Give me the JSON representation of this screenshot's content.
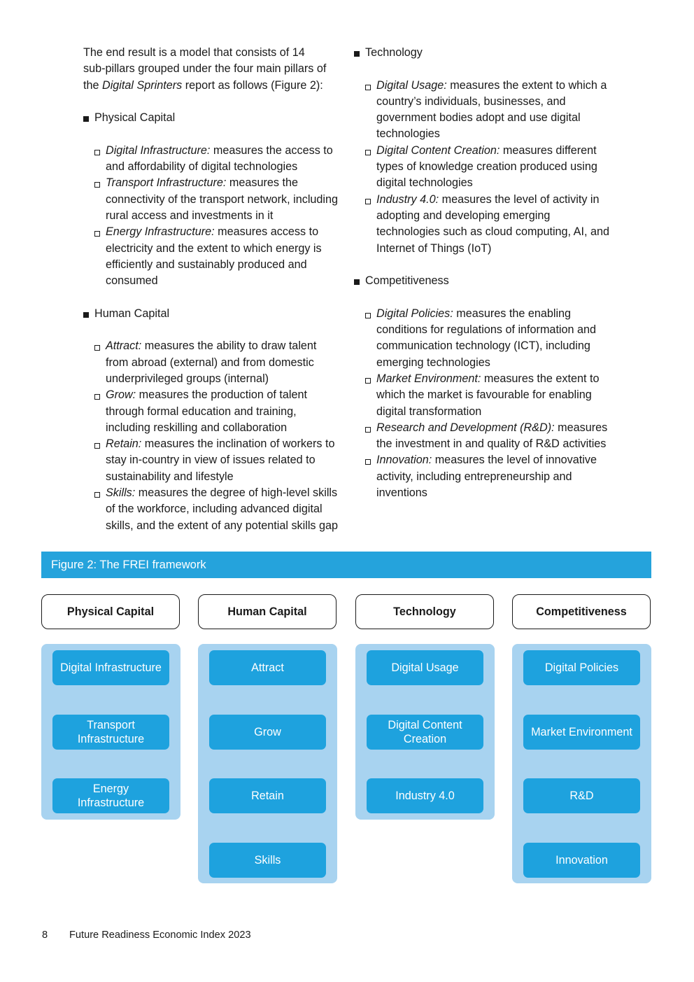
{
  "intro": {
    "line1": "The end result is a model that consists of 14",
    "line2": "sub-pillars grouped under the four main pillars of",
    "line3_pre": "the ",
    "line3_em": "Digital Sprinters",
    "line3_post": " report as follows (Figure 2):"
  },
  "pillars_text": [
    {
      "title": "Physical Capital",
      "items": [
        {
          "term": "Digital Infrastructure:",
          "desc": " measures the access to and affordability of digital technologies"
        },
        {
          "term": "Transport Infrastructure:",
          "desc": " measures the connectivity of the transport network, including rural access and investments in it"
        },
        {
          "term": "Energy Infrastructure:",
          "desc": " measures access to electricity and the extent to which energy is efficiently and sustainably produced and consumed"
        }
      ]
    },
    {
      "title": "Human Capital",
      "items": [
        {
          "term": "Attract:",
          "desc": " measures the ability to draw talent from abroad (external) and from domestic underprivileged groups (internal)"
        },
        {
          "term": "Grow:",
          "desc": " measures the production of talent through formal education and training, including reskilling and collaboration"
        },
        {
          "term": "Retain:",
          "desc": " measures the inclination of workers to stay in-country in view of issues related to sustainability and lifestyle"
        },
        {
          "term": "Skills:",
          "desc": " measures the degree of high-level skills of the workforce, including advanced digital skills, and the extent of any potential skills gap"
        }
      ]
    },
    {
      "title": "Technology",
      "items": [
        {
          "term": "Digital Usage:",
          "desc": " measures the extent to which a country’s individuals, businesses, and government bodies adopt and use digital technologies"
        },
        {
          "term": "Digital Content Creation:",
          "desc": " measures different types of knowledge creation produced using digital technologies"
        },
        {
          "term": "Industry 4.0:",
          "desc": " measures the level of activity in adopting and developing emerging technologies such as cloud computing, AI, and Internet of Things (IoT)"
        }
      ]
    },
    {
      "title": "Competitiveness",
      "items": [
        {
          "term": "Digital Policies:",
          "desc": " measures the enabling conditions for regulations of information and communication technology (ICT), including emerging technologies"
        },
        {
          "term": "Market Environment:",
          "desc": " measures the extent to which the market is favourable for enabling digital transformation"
        },
        {
          "term": "Research and Development (R&D):",
          "desc": " measures the investment in and quality of R&D activities"
        },
        {
          "term": "Innovation:",
          "desc": " measures the level of innovative activity, including entrepreneurship and inventions"
        }
      ]
    }
  ],
  "figure": {
    "title": "Figure 2: The FREI framework",
    "accent_color": "#25a3dc",
    "panel_color": "#a8d3f0",
    "columns": [
      {
        "head": "Physical Capital",
        "subs": [
          "Digital Infrastructure",
          "Transport Infrastructure",
          "Energy Infrastructure"
        ]
      },
      {
        "head": "Human Capital",
        "subs": [
          "Attract",
          "Grow",
          "Retain",
          "Skills"
        ]
      },
      {
        "head": "Technology",
        "subs": [
          "Digital Usage",
          "Digital Content Creation",
          "Industry 4.0"
        ]
      },
      {
        "head": "Competitiveness",
        "subs": [
          "Digital Policies",
          "Market Environment",
          "R&D",
          "Innovation"
        ]
      }
    ]
  },
  "footer": {
    "page_number": "8",
    "publication": "Future Readiness Economic Index 2023"
  }
}
